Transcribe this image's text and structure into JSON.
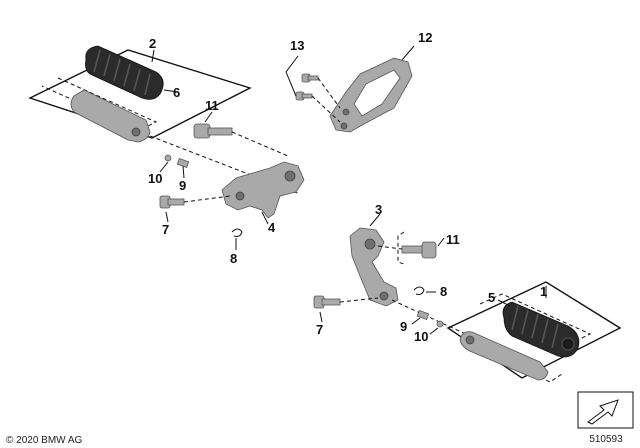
{
  "callouts": [
    "1",
    "2",
    "3",
    "4",
    "5",
    "6",
    "7",
    "7",
    "8",
    "8",
    "9",
    "9",
    "10",
    "10",
    "11",
    "11",
    "12",
    "13"
  ],
  "footer": {
    "copyright": "© 2020 BMW AG",
    "diagram_number": "510593"
  },
  "icons": [
    "direction-arrow-icon"
  ]
}
